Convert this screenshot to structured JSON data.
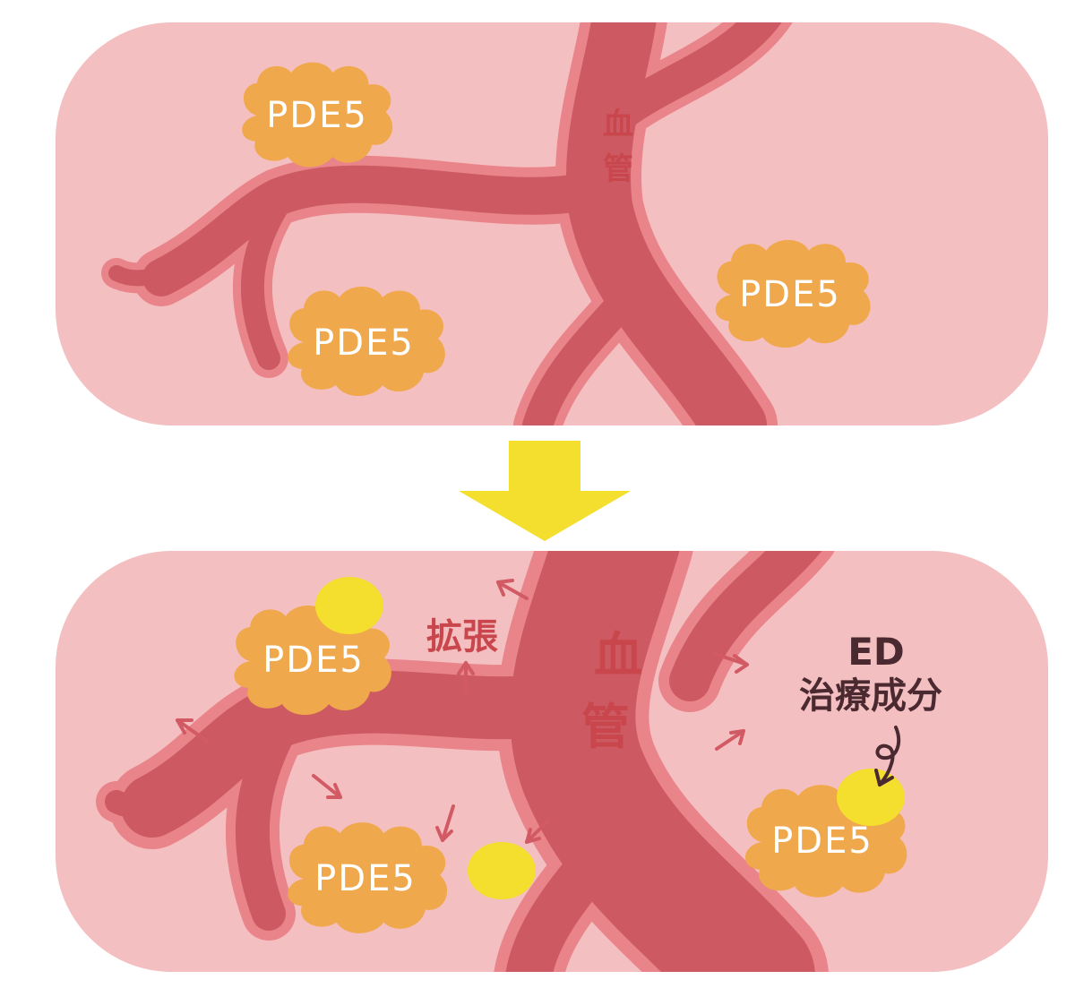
{
  "before": {
    "vessel_label": [
      "血",
      "管"
    ],
    "enzymes": [
      {
        "label": "PDE5"
      },
      {
        "label": "PDE5"
      },
      {
        "label": "PDE5"
      }
    ]
  },
  "after": {
    "vessel_label": [
      "血",
      "管"
    ],
    "expand_label": "拡張",
    "drug_label": [
      "ED",
      "治療成分"
    ],
    "enzymes": [
      {
        "label": "PDE5"
      },
      {
        "label": "PDE5"
      },
      {
        "label": "PDE5"
      }
    ]
  },
  "colors": {
    "panel_bg": "#f4bfc0",
    "vessel_outer": "#e9848a",
    "vessel_inner": "#cd5a63",
    "enzyme": "#f0a84c",
    "drug": "#f4de2e",
    "arrow_main": "#f4de2e",
    "arrow_small": "#d25a64",
    "drug_note": "#4a2a30"
  },
  "icons": {
    "transition": "arrow-down-icon",
    "expansion": "arrow-small-icon"
  }
}
